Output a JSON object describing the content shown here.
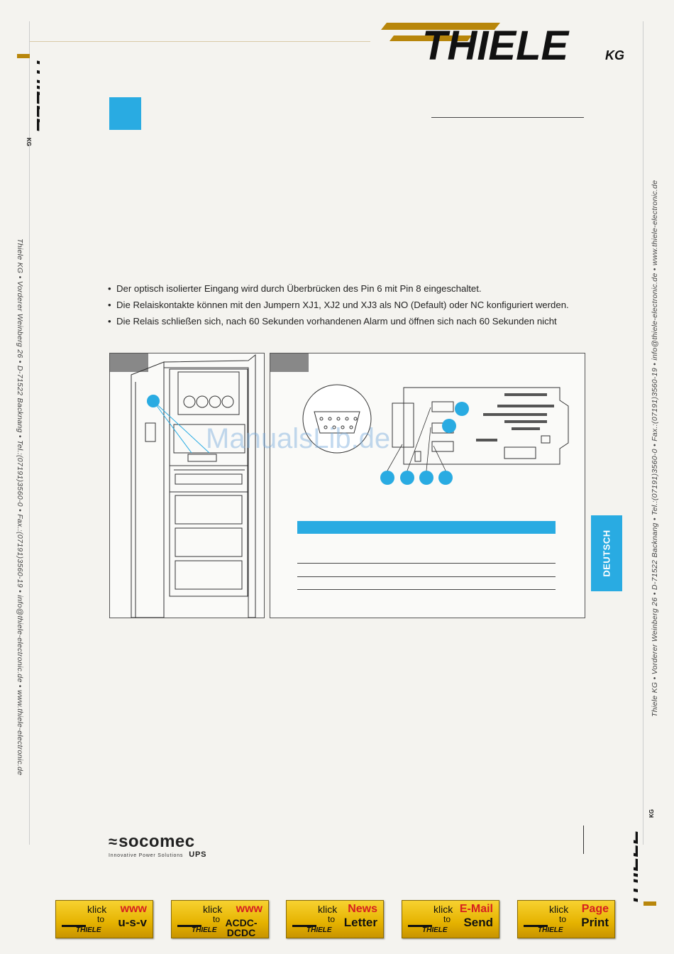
{
  "header": {
    "brand": "THIELE",
    "brand_suffix": "KG"
  },
  "sidebar": {
    "left_contact": "Thiele KG • Vorderer Weinberg 26 • D-71522 Backnang • Tel.:(07191)3560-0 • Fax.:(07191)3560-19 • info@thiele-electronic.de • www.thiele-electronic.de",
    "right_contact": "Thiele KG • Vorderer Weinberg 26 • D-71522 Backnang • Tel.:(07191)3560-0 • Fax.:(07191)3560-19 • info@thiele-electronic.de • www.thiele-electronic.de"
  },
  "content": {
    "bullets": [
      "Der optisch isolierter Eingang wird durch Überbrücken des Pin 6 mit Pin 8 eingeschaltet.",
      "Die Relaiskontakte können mit den Jumpern XJ1, XJ2 und XJ3 als NO (Default) oder NC konfiguriert werden.",
      "Die Relais schließen sich, nach 60 Sekunden vorhandenen Alarm und öffnen sich nach 60 Sekunden nicht"
    ]
  },
  "language_tab": "DEUTSCH",
  "watermark": "ManualsLib.de",
  "footer": {
    "company": "socomec",
    "tagline": "Innovative Power Solutions",
    "division": "UPS"
  },
  "buttons": [
    {
      "klick": "klick",
      "to": "to",
      "target": "www",
      "target2": "u-s-v"
    },
    {
      "klick": "klick",
      "to": "to",
      "target": "www",
      "target2": "ACDC-DCDC"
    },
    {
      "klick": "klick",
      "to": "to",
      "target": "News",
      "target2": "Letter"
    },
    {
      "klick": "klick",
      "to": "to",
      "target": "E-Mail",
      "target2": "Send"
    },
    {
      "klick": "klick",
      "to": "to",
      "target": "Page",
      "target2": "Print"
    }
  ],
  "colors": {
    "accent_blue": "#29abe2",
    "button_gold": "#e5b200",
    "button_red_text": "#d62020"
  }
}
